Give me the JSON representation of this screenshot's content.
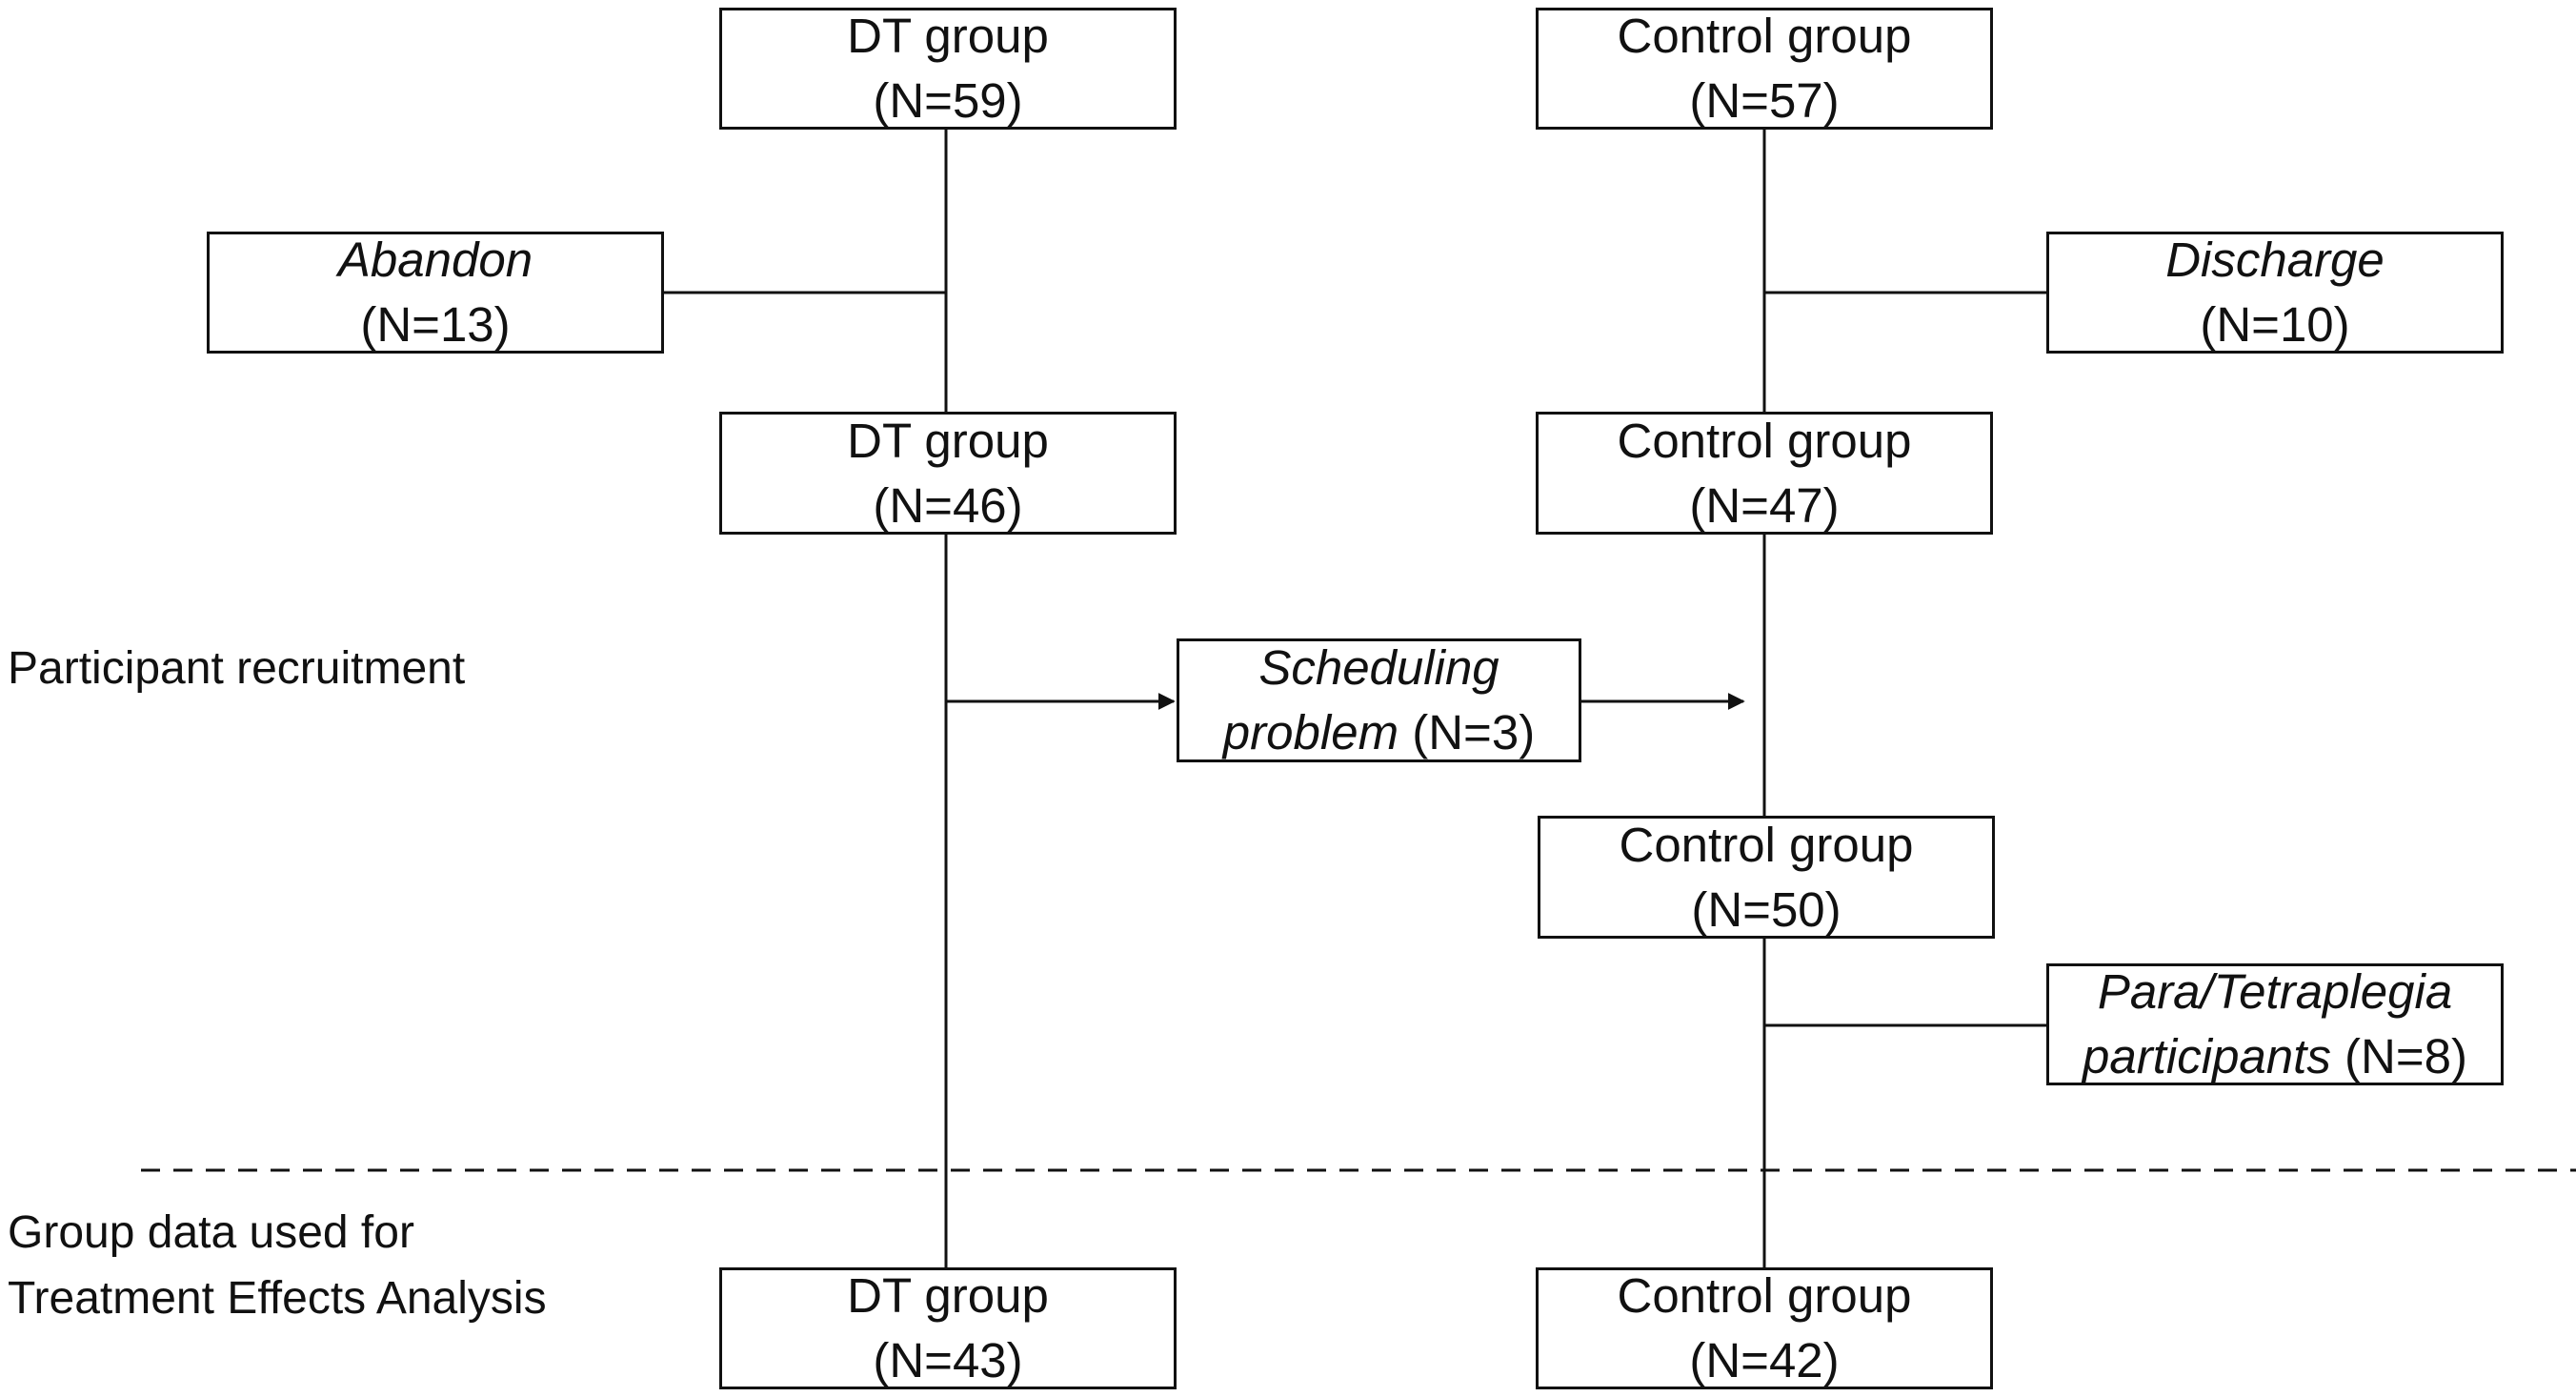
{
  "stages": {
    "recruitment_label": "Participant recruitment",
    "analysis_label_line1": "Group data used for",
    "analysis_label_line2": "Treatment Effects Analysis"
  },
  "boxes": {
    "dt_initial": {
      "title": "DT group",
      "count": "(N=59)"
    },
    "control_initial": {
      "title": "Control group",
      "count": "(N=57)"
    },
    "abandon": {
      "reason": "Abandon",
      "count": "(N=13)"
    },
    "discharge": {
      "reason": "Discharge",
      "count": "(N=10)"
    },
    "dt_after": {
      "title": "DT group",
      "count": "(N=46)"
    },
    "control_after": {
      "title": "Control group",
      "count": "(N=47)"
    },
    "scheduling": {
      "reason_line1": "Scheduling",
      "reason_line2": "problem",
      "count": "(N=3)"
    },
    "control_merged": {
      "title": "Control group",
      "count": "(N=50)"
    },
    "paratetra": {
      "reason_line1": "Para/Tetraplegia",
      "reason_line2": "participants",
      "count": "(N=8)"
    },
    "dt_final": {
      "title": "DT group",
      "count": "(N=43)"
    },
    "control_final": {
      "title": "Control group",
      "count": "(N=42)"
    }
  }
}
